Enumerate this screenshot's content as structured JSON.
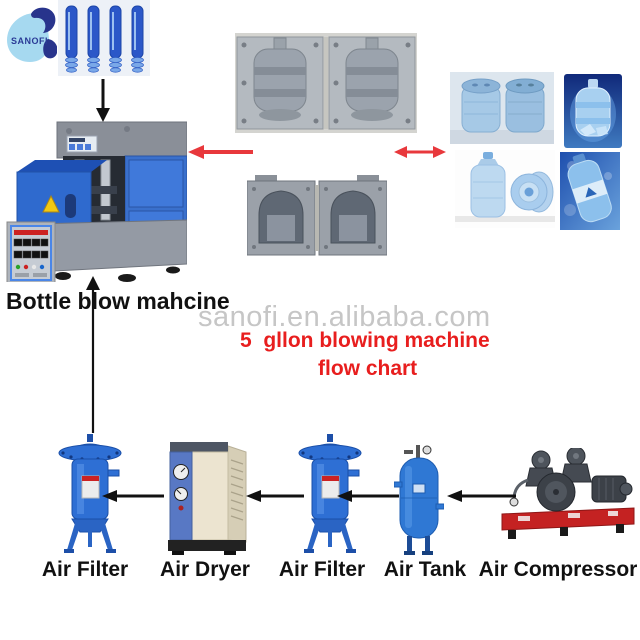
{
  "logo": {
    "text": "SANOFI"
  },
  "watermark": {
    "text": "sanofi.en.alibaba.com",
    "color": "#c6c6c6"
  },
  "title": {
    "line1": "5  gllon blowing machine",
    "line2": "flow chart",
    "color": "#e81e1e"
  },
  "machine": {
    "label": "Bottle blow mahcine"
  },
  "equipment": [
    {
      "label": "Air Filter"
    },
    {
      "label": "Air Dryer"
    },
    {
      "label": "Air Filter"
    },
    {
      "label": "Air Tank"
    },
    {
      "label": "Air Compressor"
    }
  ],
  "icons": {
    "flow_arrow_black": "left-pointing black arrow",
    "flow_arrow_red": "left-pointing red arrow",
    "flow_arrow_red_double": "double-headed red arrow",
    "flow_arrow_up": "up-pointing black arrow",
    "flow_arrow_down": "down-pointing black arrow"
  },
  "colors": {
    "accent_red": "#e81e1e",
    "arrow_red": "#e8383c",
    "arrow_black": "#111111",
    "watermark_gray": "#c6c6c6",
    "logo_light_blue": "#a6d9f0",
    "logo_navy": "#28348c",
    "equipment_blue": "#2e6fd4",
    "machine_blue": "#3a70cc",
    "compressor_base_red": "#c42222",
    "dryer_beige": "#ece4d0"
  }
}
